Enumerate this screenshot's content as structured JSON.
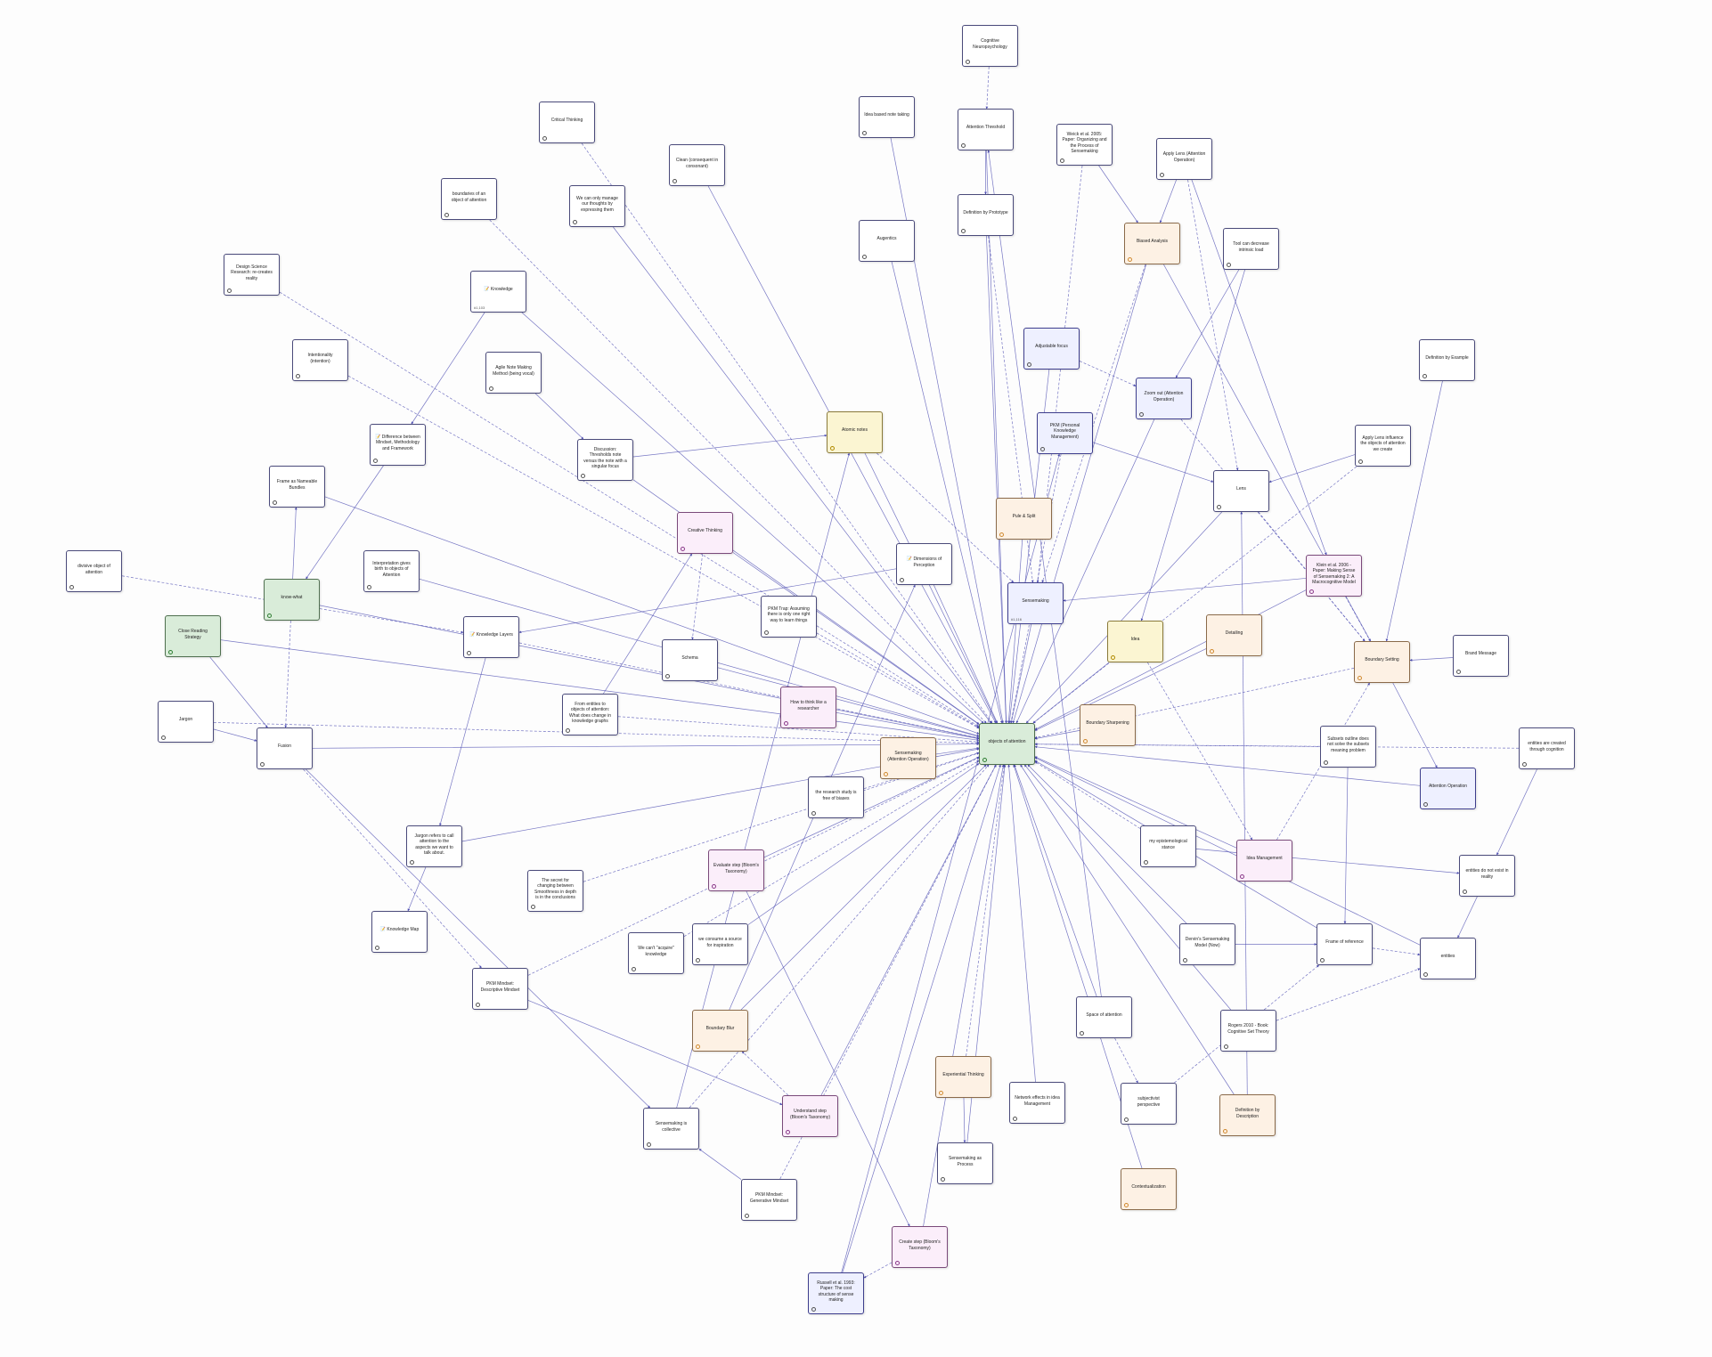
{
  "colors": {
    "edge": "#4a4ab0",
    "node_border": "#4a4a7a",
    "purple": "#eef0ff",
    "green": "#d9ecd9",
    "yellow": "#fbf5d2",
    "orange": "#fdf1e4",
    "pink": "#fbeefa",
    "white": "#ffffff"
  },
  "nodes": [
    {
      "id": "n_cogneuro",
      "label": "Cognitive Neuropsychology",
      "color": "white",
      "corner": ""
    },
    {
      "id": "n_critical",
      "label": "Critical Thinking",
      "color": "purple",
      "corner": ""
    },
    {
      "id": "n_ideabased",
      "label": "Idea based note taking",
      "color": "white",
      "corner": ""
    },
    {
      "id": "n_attnthr",
      "label": "Attention Threshold",
      "color": "white",
      "corner": ""
    },
    {
      "id": "n_weick",
      "label": "Weick et al. 2005: Paper: Organizing and the Process of Sensemaking",
      "color": "white",
      "corner": ""
    },
    {
      "id": "n_applylens",
      "label": "Apply Lens (Attention Operation)",
      "color": "purple",
      "corner": ""
    },
    {
      "id": "n_clean",
      "label": "Clean (consequent in consonant)",
      "color": "purple",
      "corner": ""
    },
    {
      "id": "n_bound_obj",
      "label": "boundaries of an object of attention",
      "color": "white",
      "corner": ""
    },
    {
      "id": "n_wecan",
      "label": "We can only manage our thoughts by expressing them",
      "color": "white",
      "corner": ""
    },
    {
      "id": "n_augentics",
      "label": "Augentics",
      "color": "white",
      "corner": ""
    },
    {
      "id": "n_defproto",
      "label": "Definition by Prototype",
      "color": "white",
      "corner": ""
    },
    {
      "id": "n_biased",
      "label": "Biased Analysis",
      "color": "orange",
      "corner": ""
    },
    {
      "id": "n_toolcan",
      "label": "Tool can decrease intrinsic load",
      "color": "white",
      "corner": ""
    },
    {
      "id": "n_dsr",
      "label": "Design Science Research: re-creates reality",
      "color": "white",
      "corner": ""
    },
    {
      "id": "n_knowledge",
      "label": "📝 Knowledge",
      "color": "white",
      "corner": "#1,103"
    },
    {
      "id": "n_intent",
      "label": "Intentionality (intention)",
      "color": "white",
      "corner": ""
    },
    {
      "id": "n_agile",
      "label": "Agile Note Making Method (being vocal)",
      "color": "white",
      "corner": ""
    },
    {
      "id": "n_adjfocus",
      "label": "Adjustable focus",
      "color": "purple",
      "corner": ""
    },
    {
      "id": "n_defexample",
      "label": "Definition by Example",
      "color": "white",
      "corner": ""
    },
    {
      "id": "n_zoomout",
      "label": "Zoom out (Attention Operation)",
      "color": "purple",
      "corner": ""
    },
    {
      "id": "n_diffmind",
      "label": "📝 Difference between Mindset, Methodology and Framework",
      "color": "white",
      "corner": ""
    },
    {
      "id": "n_atomic",
      "label": "Atomic notes",
      "color": "yellow",
      "corner": ""
    },
    {
      "id": "n_discussion",
      "label": "Discussion: Thresholds note versus the note with a singular focus",
      "color": "white",
      "corner": ""
    },
    {
      "id": "n_pkm",
      "label": "PKM (Personal Knowledge Management)",
      "color": "purple",
      "corner": ""
    },
    {
      "id": "n_applylens2",
      "label": "Apply Lens influence the objects of attention we create",
      "color": "white",
      "corner": ""
    },
    {
      "id": "n_frame",
      "label": "Frame as Nameable Bundles",
      "color": "white",
      "corner": ""
    },
    {
      "id": "n_lens",
      "label": "Lens",
      "color": "white",
      "corner": ""
    },
    {
      "id": "n_pulesplit",
      "label": "Pule & Split",
      "color": "orange",
      "corner": ""
    },
    {
      "id": "n_creative",
      "label": "Creative Thinking",
      "color": "pink",
      "corner": ""
    },
    {
      "id": "n_dimensions",
      "label": "📝 Dimensions of Perception",
      "color": "white",
      "corner": ""
    },
    {
      "id": "n_divisive",
      "label": "divisive object of attention",
      "color": "white",
      "corner": ""
    },
    {
      "id": "n_interpret",
      "label": "Interpretation gives birth to objects of Attention",
      "color": "white",
      "corner": ""
    },
    {
      "id": "n_knowwhat",
      "label": "know-what",
      "color": "green",
      "corner": ""
    },
    {
      "id": "n_klein",
      "label": "Klein et al. 2006 - Paper: Making Sense of Sensemaking 2: A Macrocognitive Model",
      "color": "pink",
      "corner": ""
    },
    {
      "id": "n_sensemaking",
      "label": "Sensemaking",
      "color": "purple",
      "corner": "#1,116"
    },
    {
      "id": "n_pkmtrap",
      "label": "PKM Trap: Assuming there is only one right way to learn things",
      "color": "white",
      "corner": ""
    },
    {
      "id": "n_closereading",
      "label": "Close Reading Strategy",
      "color": "green",
      "corner": ""
    },
    {
      "id": "n_knowlayers",
      "label": "📝 Knowledge Layers",
      "color": "white",
      "corner": ""
    },
    {
      "id": "n_idea",
      "label": "Idea",
      "color": "yellow",
      "corner": ""
    },
    {
      "id": "n_detailing",
      "label": "Detailing",
      "color": "orange",
      "corner": ""
    },
    {
      "id": "n_schema",
      "label": "Schema",
      "color": "white",
      "corner": ""
    },
    {
      "id": "n_boundsetting",
      "label": "Boundary Setting",
      "color": "orange",
      "corner": ""
    },
    {
      "id": "n_brand",
      "label": "Brand Message",
      "color": "white",
      "corner": ""
    },
    {
      "id": "n_jargon",
      "label": "Jargon",
      "color": "white",
      "corner": ""
    },
    {
      "id": "n_howthink",
      "label": "How to think like a researcher",
      "color": "pink",
      "corner": ""
    },
    {
      "id": "n_fromentities",
      "label": "From entities to objects of attention: What does change in knowledge graphs",
      "color": "white",
      "corner": ""
    },
    {
      "id": "n_boundsharp",
      "label": "Boundary Sharpening",
      "color": "orange",
      "corner": ""
    },
    {
      "id": "n_objects",
      "label": "objects of attention",
      "color": "green",
      "corner": ""
    },
    {
      "id": "n_subsets",
      "label": "Subsets outline does not solve the subsets meaning problem",
      "color": "white",
      "corner": ""
    },
    {
      "id": "n_entcreated",
      "label": "entities are created through cognition",
      "color": "white",
      "corner": ""
    },
    {
      "id": "n_fusion",
      "label": "Fusion",
      "color": "white",
      "corner": ""
    },
    {
      "id": "n_sensattn",
      "label": "Sensemaking (Attention Operation)",
      "color": "orange",
      "corner": ""
    },
    {
      "id": "n_attnop",
      "label": "Attention Operation",
      "color": "purple",
      "corner": ""
    },
    {
      "id": "n_research",
      "label": "the research study is free of biases",
      "color": "white",
      "corner": ""
    },
    {
      "id": "n_jargonrefers",
      "label": "Jargon refers to call attention to the aspects we want to talk about.",
      "color": "white",
      "corner": ""
    },
    {
      "id": "n_epistem",
      "label": "my epistemological stance",
      "color": "white",
      "corner": ""
    },
    {
      "id": "n_ideamgmt",
      "label": "Idea Management",
      "color": "pink",
      "corner": ""
    },
    {
      "id": "n_evaluate",
      "label": "Evaluate step (Bloom's Taxonomy)",
      "color": "pink",
      "corner": ""
    },
    {
      "id": "n_secret",
      "label": "The secret for changing between Smoothness in depth is in the conclusions",
      "color": "white",
      "corner": ""
    },
    {
      "id": "n_entnotexist",
      "label": "entities do not exist in reality",
      "color": "white",
      "corner": ""
    },
    {
      "id": "n_knowmap",
      "label": "📝 Knowledge Map",
      "color": "white",
      "corner": ""
    },
    {
      "id": "n_weconsume",
      "label": "we consume a source for inspiration",
      "color": "white",
      "corner": ""
    },
    {
      "id": "n_wecant",
      "label": "We can't \"acquire\" knowledge",
      "color": "white",
      "corner": ""
    },
    {
      "id": "n_dervin",
      "label": "Dervin's Sensemaking Model (Now)",
      "color": "white",
      "corner": ""
    },
    {
      "id": "n_frameref",
      "label": "Frame of reference",
      "color": "white",
      "corner": ""
    },
    {
      "id": "n_entities",
      "label": "entities",
      "color": "white",
      "corner": ""
    },
    {
      "id": "n_pkmdesc",
      "label": "PKM Mindset: Descriptive Mindset",
      "color": "white",
      "corner": ""
    },
    {
      "id": "n_spaceattn",
      "label": "Space of attention",
      "color": "white",
      "corner": ""
    },
    {
      "id": "n_rogers",
      "label": "Rogers 2010 - Book: Cognitive Set Theory",
      "color": "white",
      "corner": ""
    },
    {
      "id": "n_boundblur",
      "label": "Boundary Blur",
      "color": "orange",
      "corner": ""
    },
    {
      "id": "n_experiential",
      "label": "Experiential Thinking",
      "color": "orange",
      "corner": ""
    },
    {
      "id": "n_network",
      "label": "Network effects in idea Management",
      "color": "white",
      "corner": ""
    },
    {
      "id": "n_subjective",
      "label": "subjectivist perspective",
      "color": "white",
      "corner": ""
    },
    {
      "id": "n_defdesc",
      "label": "Definition by Description",
      "color": "orange",
      "corner": ""
    },
    {
      "id": "n_senscoll",
      "label": "Sensemaking is collective",
      "color": "white",
      "corner": ""
    },
    {
      "id": "n_understand",
      "label": "Understand step (Bloom's Taxonomy)",
      "color": "pink",
      "corner": ""
    },
    {
      "id": "n_sensprocess",
      "label": "Sensemaking as Process",
      "color": "white",
      "corner": ""
    },
    {
      "id": "n_context",
      "label": "Contextualization",
      "color": "orange",
      "corner": ""
    },
    {
      "id": "n_pkmgen",
      "label": "PKM Mindset: Generative Mindset",
      "color": "white",
      "corner": ""
    },
    {
      "id": "n_create",
      "label": "Create step (Bloom's Taxonomy)",
      "color": "pink",
      "corner": ""
    },
    {
      "id": "n_russell",
      "label": "Russell et al. 1993: Paper: The cost structure of sense making",
      "color": "purple",
      "corner": ""
    }
  ],
  "edges": [
    [
      "n_cogneuro",
      "n_attnthr"
    ],
    [
      "n_attnthr",
      "n_defproto"
    ],
    [
      "n_attnthr",
      "n_objects"
    ],
    [
      "n_critical",
      "n_objects"
    ],
    [
      "n_ideabased",
      "n_objects"
    ],
    [
      "n_augentics",
      "n_objects"
    ],
    [
      "n_weick",
      "n_sensemaking"
    ],
    [
      "n_weick",
      "n_biased"
    ],
    [
      "n_applylens",
      "n_biased"
    ],
    [
      "n_applylens",
      "n_lens"
    ],
    [
      "n_applylens",
      "n_klein"
    ],
    [
      "n_clean",
      "n_objects"
    ],
    [
      "n_bound_obj",
      "n_objects"
    ],
    [
      "n_wecan",
      "n_objects"
    ],
    [
      "n_defproto",
      "n_objects"
    ],
    [
      "n_defproto",
      "n_sensemaking"
    ],
    [
      "n_biased",
      "n_objects"
    ],
    [
      "n_biased",
      "n_boundsetting"
    ],
    [
      "n_biased",
      "n_sensemaking"
    ],
    [
      "n_toolcan",
      "n_zoomout"
    ],
    [
      "n_toolcan",
      "n_idea"
    ],
    [
      "n_dsr",
      "n_objects"
    ],
    [
      "n_knowledge",
      "n_objects"
    ],
    [
      "n_knowledge",
      "n_diffmind"
    ],
    [
      "n_intent",
      "n_objects"
    ],
    [
      "n_agile",
      "n_discussion"
    ],
    [
      "n_adjfocus",
      "n_objects"
    ],
    [
      "n_adjfocus",
      "n_zoomout"
    ],
    [
      "n_defexample",
      "n_boundsetting"
    ],
    [
      "n_zoomout",
      "n_objects"
    ],
    [
      "n_zoomout",
      "n_boundsetting"
    ],
    [
      "n_diffmind",
      "n_knowwhat"
    ],
    [
      "n_atomic",
      "n_objects"
    ],
    [
      "n_atomic",
      "n_sensemaking"
    ],
    [
      "n_discussion",
      "n_atomic"
    ],
    [
      "n_discussion",
      "n_objects"
    ],
    [
      "n_pkm",
      "n_objects"
    ],
    [
      "n_pkm",
      "n_lens"
    ],
    [
      "n_applylens2",
      "n_lens"
    ],
    [
      "n_applylens2",
      "n_objects"
    ],
    [
      "n_frame",
      "n_objects"
    ],
    [
      "n_lens",
      "n_objects"
    ],
    [
      "n_lens",
      "n_boundsetting"
    ],
    [
      "n_pulesplit",
      "n_objects"
    ],
    [
      "n_creative",
      "n_objects"
    ],
    [
      "n_creative",
      "n_schema"
    ],
    [
      "n_dimensions",
      "n_objects"
    ],
    [
      "n_dimensions",
      "n_knowlayers"
    ],
    [
      "n_divisive",
      "n_knowlayers"
    ],
    [
      "n_interpret",
      "n_objects"
    ],
    [
      "n_knowwhat",
      "n_frame"
    ],
    [
      "n_knowwhat",
      "n_fusion"
    ],
    [
      "n_knowwhat",
      "n_objects"
    ],
    [
      "n_klein",
      "n_sensemaking"
    ],
    [
      "n_klein",
      "n_boundsetting"
    ],
    [
      "n_klein",
      "n_objects"
    ],
    [
      "n_sensemaking",
      "n_objects"
    ],
    [
      "n_pkmtrap",
      "n_objects"
    ],
    [
      "n_closereading",
      "n_objects"
    ],
    [
      "n_closereading",
      "n_fusion"
    ],
    [
      "n_knowlayers",
      "n_objects"
    ],
    [
      "n_knowlayers",
      "n_jargonrefers"
    ],
    [
      "n_idea",
      "n_objects"
    ],
    [
      "n_idea",
      "n_ideamgmt"
    ],
    [
      "n_detailing",
      "n_objects"
    ],
    [
      "n_schema",
      "n_objects"
    ],
    [
      "n_boundsetting",
      "n_objects"
    ],
    [
      "n_boundsetting",
      "n_attnop"
    ],
    [
      "n_brand",
      "n_boundsetting"
    ],
    [
      "n_jargon",
      "n_objects"
    ],
    [
      "n_jargon",
      "n_fusion"
    ],
    [
      "n_howthink",
      "n_objects"
    ],
    [
      "n_fromentities",
      "n_objects"
    ],
    [
      "n_fromentities",
      "n_creative"
    ],
    [
      "n_boundsharp",
      "n_objects"
    ],
    [
      "n_subsets",
      "n_objects"
    ],
    [
      "n_subsets",
      "n_frameref"
    ],
    [
      "n_entcreated",
      "n_entnotexist"
    ],
    [
      "n_entcreated",
      "n_objects"
    ],
    [
      "n_fusion",
      "n_objects"
    ],
    [
      "n_fusion",
      "n_senscoll"
    ],
    [
      "n_fusion",
      "n_pkmdesc"
    ],
    [
      "n_sensattn",
      "n_objects"
    ],
    [
      "n_attnop",
      "n_objects"
    ],
    [
      "n_research",
      "n_objects"
    ],
    [
      "n_jargonrefers",
      "n_objects"
    ],
    [
      "n_jargonrefers",
      "n_knowmap"
    ],
    [
      "n_epistem",
      "n_objects"
    ],
    [
      "n_epistem",
      "n_entnotexist"
    ],
    [
      "n_ideamgmt",
      "n_objects"
    ],
    [
      "n_ideamgmt",
      "n_boundsetting"
    ],
    [
      "n_evaluate",
      "n_objects"
    ],
    [
      "n_evaluate",
      "n_create"
    ],
    [
      "n_secret",
      "n_objects"
    ],
    [
      "n_entnotexist",
      "n_entities"
    ],
    [
      "n_weconsume",
      "n_objects"
    ],
    [
      "n_wecant",
      "n_objects"
    ],
    [
      "n_dervin",
      "n_objects"
    ],
    [
      "n_dervin",
      "n_frameref"
    ],
    [
      "n_frameref",
      "n_entities"
    ],
    [
      "n_frameref",
      "n_objects"
    ],
    [
      "n_entities",
      "n_objects"
    ],
    [
      "n_pkmdesc",
      "n_objects"
    ],
    [
      "n_pkmdesc",
      "n_understand"
    ],
    [
      "n_spaceattn",
      "n_objects"
    ],
    [
      "n_spaceattn",
      "n_subjective"
    ],
    [
      "n_spaceattn",
      "n_attnthr"
    ],
    [
      "n_rogers",
      "n_objects"
    ],
    [
      "n_rogers",
      "n_entities"
    ],
    [
      "n_boundblur",
      "n_objects"
    ],
    [
      "n_boundblur",
      "n_dimensions"
    ],
    [
      "n_experiential",
      "n_objects"
    ],
    [
      "n_experiential",
      "n_sensprocess"
    ],
    [
      "n_network",
      "n_objects"
    ],
    [
      "n_subjective",
      "n_frameref"
    ],
    [
      "n_defdesc",
      "n_objects"
    ],
    [
      "n_defdesc",
      "n_lens"
    ],
    [
      "n_senscoll",
      "n_objects"
    ],
    [
      "n_senscoll",
      "n_atomic"
    ],
    [
      "n_understand",
      "n_objects"
    ],
    [
      "n_understand",
      "n_boundblur"
    ],
    [
      "n_sensprocess",
      "n_objects"
    ],
    [
      "n_context",
      "n_objects"
    ],
    [
      "n_pkmgen",
      "n_objects"
    ],
    [
      "n_pkmgen",
      "n_senscoll"
    ],
    [
      "n_create",
      "n_objects"
    ],
    [
      "n_create",
      "n_russell"
    ],
    [
      "n_russell",
      "n_objects"
    ],
    [
      "n_russell",
      "n_pkm"
    ]
  ]
}
